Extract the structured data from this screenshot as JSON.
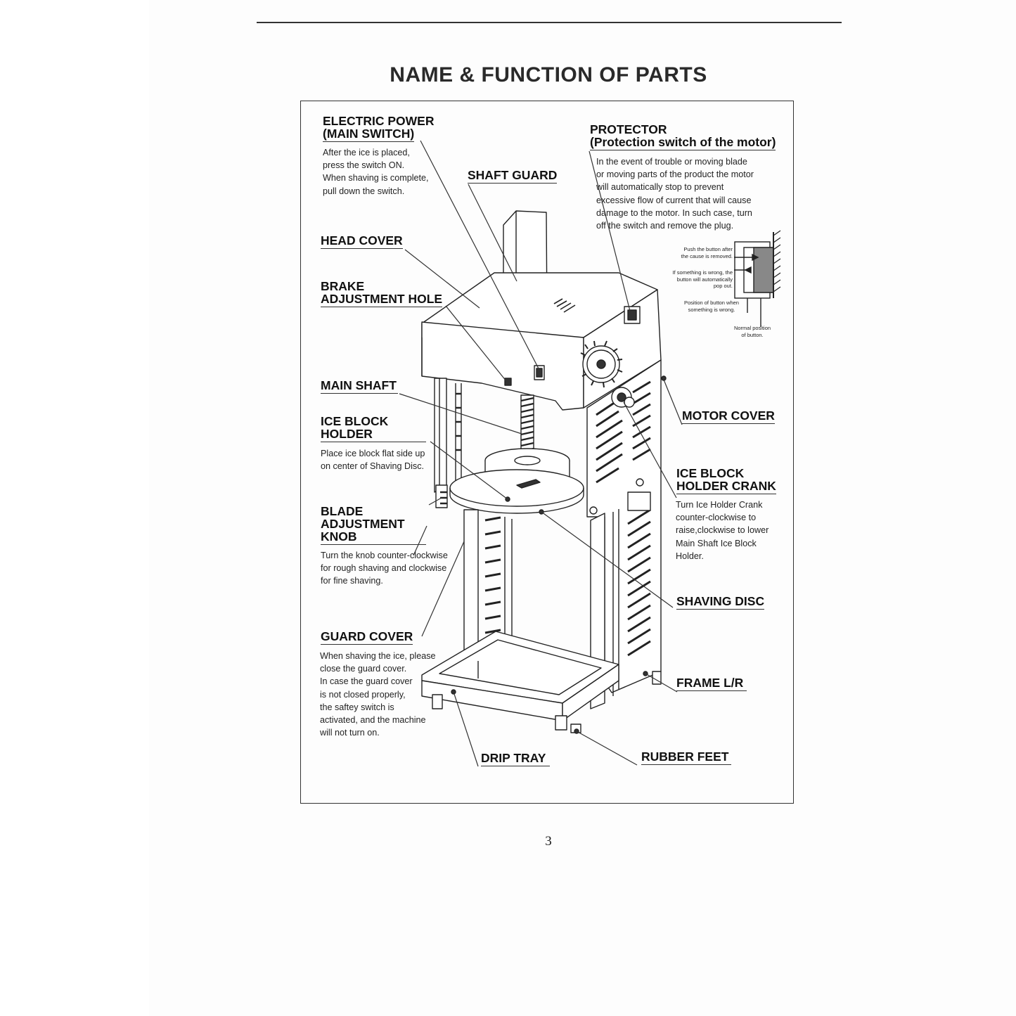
{
  "title": "NAME & FUNCTION OF PARTS",
  "page_number": "3",
  "parts": {
    "electric_power": {
      "name_line1": "ELECTRIC POWER",
      "name_line2": "(MAIN SWITCH)",
      "desc": "After the ice is placed,\npress the switch ON.\nWhen shaving is complete,\npull down the switch."
    },
    "shaft_guard": {
      "name": "SHAFT GUARD"
    },
    "protector": {
      "name_line1": "PROTECTOR",
      "name_line2": "(Protection switch of the motor)",
      "desc": "In the event of trouble or moving blade\nor moving parts of the product the motor\nwill automatically stop to prevent\nexcessive flow of current that will cause\ndamage to the motor. In such case, turn\noff the switch and remove the plug."
    },
    "protector_inset": {
      "push_note": "Push the button after\nthe cause is removed.",
      "popout_note": "If something is wrong, the\nbutton will automatically\npop out.",
      "wrong_position": "Position of button when\nsomething is wrong.",
      "normal_position": "Normal position\nof button."
    },
    "head_cover": {
      "name": "HEAD COVER"
    },
    "brake_adjustment_hole": {
      "name_line1": "BRAKE",
      "name_line2": "ADJUSTMENT HOLE"
    },
    "main_shaft": {
      "name": "MAIN SHAFT"
    },
    "ice_block_holder": {
      "name_line1": "ICE BLOCK",
      "name_line2": "HOLDER",
      "desc": "Place ice block flat side up\non center of Shaving Disc."
    },
    "motor_cover": {
      "name": "MOTOR COVER"
    },
    "ice_block_holder_crank": {
      "name_line1": "ICE BLOCK",
      "name_line2": "HOLDER CRANK",
      "desc": "Turn Ice Holder Crank\ncounter-clockwise to\nraise,clockwise to lower\nMain Shaft Ice Block\nHolder."
    },
    "blade_adjustment_knob": {
      "name_line1": "BLADE",
      "name_line2": "ADJUSTMENT",
      "name_line3": "KNOB",
      "desc": "Turn the knob counter-clockwise\nfor rough shaving and clockwise\nfor fine shaving."
    },
    "shaving_disc": {
      "name": "SHAVING DISC"
    },
    "guard_cover": {
      "name": "GUARD COVER",
      "desc": "When shaving the ice, please\nclose the guard cover.\nIn case the guard cover\nis not closed properly,\nthe saftey switch is\nactivated, and the machine\nwill not turn on."
    },
    "frame": {
      "name": "FRAME L/R"
    },
    "drip_tray": {
      "name": "DRIP TRAY"
    },
    "rubber_feet": {
      "name": "RUBBER FEET"
    }
  },
  "icons": [
    "ice-shaver-machine-illustration",
    "protector-button-inset-diagram"
  ]
}
